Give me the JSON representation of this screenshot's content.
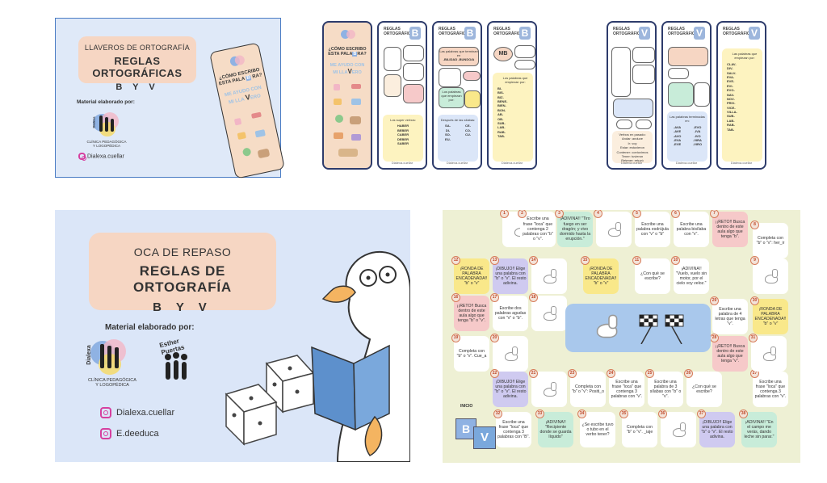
{
  "cover_llaveros": {
    "line1": "LLAVEROS DE ORTOGRAFÍA",
    "line2": "REGLAS ORTOGRÁFICAS",
    "line3": "B Y V",
    "credit": "Material elaborado por:",
    "clinic_logo_text": "Dialexa",
    "clinic_name_1": "CLÍNICA PEDAGÓGICA",
    "clinic_name_2": "Y LOGOPÉDICA",
    "instagram": "Dialexa.cuellar",
    "bookmark_line1": "¿CÓMO ESCRIBO",
    "bookmark_line2": "ESTA PALA",
    "bookmark_letter": "B",
    "bookmark_line2b": "RA?",
    "bookmark_line3": "ME AYUDO CON",
    "bookmark_line4": "MI LLA",
    "bookmark_line4b": "ERO"
  },
  "cards": {
    "header": "REGLAS ORTOGRÁFICAS",
    "letter_b": "B",
    "letter_v": "V",
    "footer": "Dialexa.cuellar",
    "b2_super": "Los super verbos:",
    "b2_verbs": [
      "HABER",
      "BEBER",
      "CABER",
      "DEBER",
      "SABER"
    ],
    "b3_top": "Las palabras que terminan en",
    "b3_top2": "-BILIDAD -BUNDO/A",
    "b3_mid": "Los palabras que empiezan por:",
    "b3_bottom": "Después de las sílabas:",
    "b3_syll": [
      "SA-",
      "CE-",
      "DI-",
      "CO-",
      "SO-",
      "CU-",
      "EU-"
    ],
    "b4_mb": "MB",
    "b4_top": "Los palabras que empiezan por:",
    "b4_list": [
      "BI-",
      "BIS-",
      "BIZ-",
      "BENE-",
      "BIEN-",
      "BON-",
      "AB-",
      "OB-",
      "SUB-",
      "LAB-",
      "RAB-",
      "TAB-"
    ],
    "v2_verbs_title": "Verbos en pasado:",
    "v2_verbs": [
      "Andar: anduve",
      "Ir: voy",
      "Estar: estuvieron",
      "Contener: contuvimos",
      "Tener: tuvieron",
      "Retener: retuvó"
    ],
    "v3_mid": "Las palabras terminadas en:",
    "v3_suff": [
      "-AVA",
      "-EVO",
      "-AVE",
      "-IVA",
      "-AVO",
      "-IVO",
      "-EVA",
      "-VIRA",
      "-EVE",
      "-VIRO"
    ],
    "v4_top": "Las palabras que empiezan por:",
    "v4_list": [
      "CLAV-",
      "DIV-",
      "SALV-",
      "EVA-",
      "EVE-",
      "EVI-",
      "EVO-",
      "NAV-",
      "NOV-",
      "PRIV-",
      "VICE-",
      "VILLA-",
      "SUB-",
      "LAB-",
      "RAB-",
      "TAB-"
    ]
  },
  "cover_oca": {
    "line1": "OCA DE REPASO",
    "line2": "REGLAS DE ORTOGRAFÍA",
    "line3": "B Y V",
    "credit": "Material elaborado por:",
    "logo1": "Dialexa",
    "clinic_name_1": "CLÍNICA PEDAGÓGICA",
    "clinic_name_2": "Y LOGOPÉDICA",
    "logo2": "Esther Puertas",
    "instagram1": "Dialexa.cuellar",
    "instagram2": "E.deeduca"
  },
  "board": {
    "inicio": "INICIO",
    "cells": [
      {
        "n": "1",
        "c": "cw",
        "t": ""
      },
      {
        "n": "2",
        "c": "cw",
        "t": "Escribe una frase \"loca\" que contenga 2 palabras con \"b\" o \"v\"."
      },
      {
        "n": "3",
        "c": "cg",
        "t": "¡ADIVINA!! \"Tiro fuego en ser dragón; y vivo dormido hasta la erupción.\""
      },
      {
        "n": "4",
        "c": "cw",
        "t": ""
      },
      {
        "n": "5",
        "c": "cw",
        "t": "Escribe una palabra esdrújula con \"v\" o \"b\""
      },
      {
        "n": "6",
        "c": "cw",
        "t": "Escribe una palabra bisílaba con \"v\"."
      },
      {
        "n": "7",
        "c": "cr",
        "t": "¡¡RETO!! Busca dentro de este aula algo que tenga \"b\"."
      },
      {
        "n": "8",
        "c": "cw",
        "t": "Completa con \"b\" o \"v\": her_ir"
      },
      {
        "n": "9",
        "c": "cw",
        "t": ""
      },
      {
        "n": "10",
        "c": "cw",
        "t": "¡ADIVINA!! \"Vuelo, vuelo sin motor, por el cielo voy veloz.\""
      },
      {
        "n": "11",
        "c": "cw",
        "t": "¿Con qué se escribe?"
      },
      {
        "n": "12",
        "c": "cy",
        "t": "¡RONDA DE PALABRA ENCADENADA!! \"b\" o \"v\""
      },
      {
        "n": "13",
        "c": "cp",
        "t": "¡DIBUJO!! Elige una palabra con \"b\" o \"v\". El resto adivina."
      },
      {
        "n": "14",
        "c": "cw",
        "t": ""
      },
      {
        "n": "15",
        "c": "cy",
        "t": "¡RONDA DE PALABRA ENCADENADA!! \"b\" o \"v\""
      },
      {
        "n": "16",
        "c": "cr",
        "t": "¡¡RETO!! Busca dentro de este aula algo que tenga \"b\" o \"v\"."
      },
      {
        "n": "17",
        "c": "cw",
        "t": "Escribe dos palabras agudas con \"v\" o \"b\"."
      },
      {
        "n": "18",
        "c": "cw",
        "t": ""
      },
      {
        "n": "19",
        "c": "cw",
        "t": "Completa con \"b\" o \"v\". Cue_a"
      },
      {
        "n": "20",
        "c": "cw",
        "t": ""
      },
      {
        "n": "21",
        "c": "cw",
        "t": ""
      },
      {
        "n": "22",
        "c": "cp",
        "t": "¡DIBUJO!! Elige una palabra con \"b\" o \"v\". El resto adivina."
      },
      {
        "n": "23",
        "c": "cw",
        "t": "Completa con \"b\" o \"v\": Positi_o"
      },
      {
        "n": "24",
        "c": "cw",
        "t": "Escribe una frase \"loca\" que contenga 3 palabras con \"v\"."
      },
      {
        "n": "25",
        "c": "cw",
        "t": "Escribe una palabra de 3 sílabas con \"b\" o \"v\"."
      },
      {
        "n": "26",
        "c": "cw",
        "t": "¿Con qué se escribe?"
      },
      {
        "n": "27",
        "c": "cw",
        "t": "Escribe una frase \"loca\" que contenga 3 palabras con \"v\"."
      },
      {
        "n": "28",
        "c": "cr",
        "t": "¡¡RETO!! Busca dentro de este aula algo que tenga \"v\"."
      },
      {
        "n": "29",
        "c": "cw",
        "t": "Escribe una palabra de 4 letras que tenga \"v\"."
      },
      {
        "n": "30",
        "c": "cy",
        "t": "¡RONDA DE PALABRA ENCADENADA!! \"b\" o \"v\""
      },
      {
        "n": "31",
        "c": "cw",
        "t": ""
      },
      {
        "n": "32",
        "c": "cw",
        "t": "Escribe una frase \"loca\" que contenga 3 palabras con \"B\"."
      },
      {
        "n": "33",
        "c": "cg",
        "t": "¡ADIVINA!! \"Recipiente donde se guarda líquido\""
      },
      {
        "n": "34",
        "c": "cw",
        "t": "¿Se escribe tuvo o tubo en el verbo tener?"
      },
      {
        "n": "35",
        "c": "cw",
        "t": "Completa con \"b\" o \"v\". _iaje"
      },
      {
        "n": "36",
        "c": "cw",
        "t": ""
      },
      {
        "n": "37",
        "c": "cp",
        "t": "¡DIBUJO!! Elige una palabra con \"b\" o \"v\". El resto adivina."
      },
      {
        "n": "38",
        "c": "cg",
        "t": "¡ADIVINA!! \"En el campo me verás, dando leche sin parar.\""
      }
    ]
  }
}
